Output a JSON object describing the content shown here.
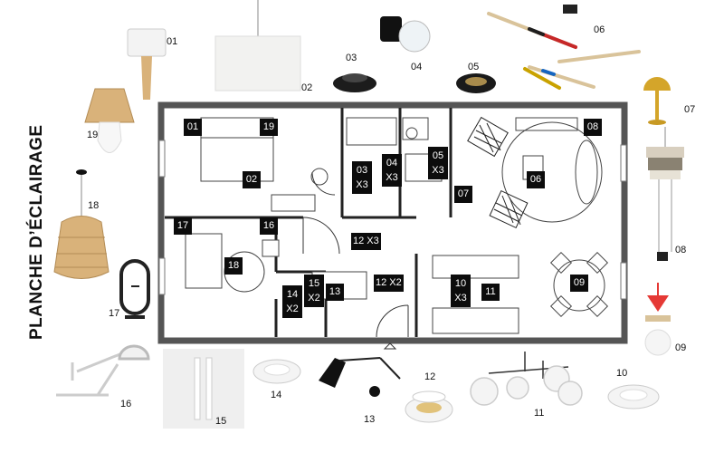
{
  "title": "PLANCHE D’ÉCLAIRAGE",
  "room_tags": [
    {
      "id": "t01",
      "lines": [
        "01"
      ]
    },
    {
      "id": "t19",
      "lines": [
        "19"
      ]
    },
    {
      "id": "t02",
      "lines": [
        "02"
      ]
    },
    {
      "id": "t03",
      "lines": [
        "03",
        "X3"
      ]
    },
    {
      "id": "t04",
      "lines": [
        "04",
        "X3"
      ]
    },
    {
      "id": "t05",
      "lines": [
        "05",
        "X3"
      ]
    },
    {
      "id": "t07",
      "lines": [
        "07"
      ]
    },
    {
      "id": "t06",
      "lines": [
        "06"
      ]
    },
    {
      "id": "t08",
      "lines": [
        "08"
      ]
    },
    {
      "id": "t17",
      "lines": [
        "17"
      ]
    },
    {
      "id": "t16",
      "lines": [
        "16"
      ]
    },
    {
      "id": "t18",
      "lines": [
        "18"
      ]
    },
    {
      "id": "t12a",
      "lines": [
        "12 X3"
      ]
    },
    {
      "id": "t15",
      "lines": [
        "15",
        "X2"
      ]
    },
    {
      "id": "t14",
      "lines": [
        "14",
        "X2"
      ]
    },
    {
      "id": "t13",
      "lines": [
        "13"
      ]
    },
    {
      "id": "t12b",
      "lines": [
        "12 X2"
      ]
    },
    {
      "id": "t10",
      "lines": [
        "10",
        "X3"
      ]
    },
    {
      "id": "t11",
      "lines": [
        "11"
      ]
    },
    {
      "id": "t09",
      "lines": [
        "09"
      ]
    }
  ],
  "product_labels": {
    "p01": "01",
    "p02": "02",
    "p03": "03",
    "p04": "04",
    "p05": "05",
    "p06": "06",
    "p07": "07",
    "p08": "08",
    "p09": "09",
    "p10": "10",
    "p11": "11",
    "p12": "12",
    "p13": "13",
    "p14": "14",
    "p15": "15",
    "p16": "16",
    "p17": "17",
    "p18": "18",
    "p19": "19"
  },
  "colors": {
    "tag_bg": "#0c0c0c",
    "wall": "#555555",
    "accent_red": "#e53935",
    "rattan": "#d9b27a"
  }
}
